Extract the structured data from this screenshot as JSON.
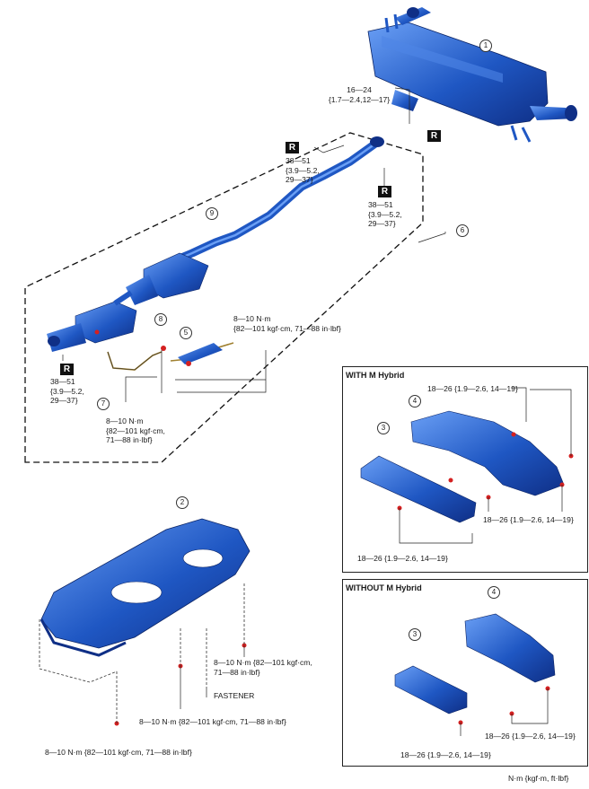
{
  "colors": {
    "part_blue": "#1f57c3",
    "part_dark": "#0f2f86",
    "part_light": "#5f95f0",
    "bolt_red": "#d42020"
  },
  "circled_numbers": {
    "c1": "1",
    "c2": "2",
    "c3a": "3",
    "c3b": "3",
    "c4a": "4",
    "c4b": "4",
    "c5": "5",
    "c6": "6",
    "c7": "7",
    "c8": "8",
    "c9": "9"
  },
  "replace_mark": "R",
  "torques": {
    "muffler_joint": "16—24\n{1.7—2.4,12—17}",
    "t38_a": "38—51\n{3.9—5.2,\n29—37}",
    "t38_b": "38—51\n{3.9—5.2,\n29—37}",
    "t38_c": "38—51\n{3.9—5.2,\n29—37}",
    "t8_upper": "8—10 N·m\n{82—101 kgf·cm, 71—88 in·lbf}",
    "t8_lower": "8—10 N·m\n{82—101 kgf·cm,\n71—88 in·lbf}",
    "t8_cover_right": "8—10 N·m {82—101 kgf·cm,\n71—88 in·lbf}",
    "t8_cover_mid": "8—10 N·m {82—101 kgf·cm, 71—88 in·lbf}",
    "t8_cover_bottom": "8—10 N·m {82—101 kgf·cm, 71—88 in·lbf}",
    "fastener": "FASTENER"
  },
  "with_hybrid": {
    "title": "WITH M Hybrid",
    "t_top": "18—26 {1.9—2.6, 14—19}",
    "t_mid": "18—26 {1.9—2.6, 14—19}",
    "t_bottom": "18—26 {1.9—2.6, 14—19}"
  },
  "without_hybrid": {
    "title": "WITHOUT M Hybrid",
    "t_mid": "18—26 {1.9—2.6, 14—19}",
    "t_bottom": "18—26 {1.9—2.6, 14—19}"
  },
  "unit_note": "N·m {kgf·m, ft·lbf}"
}
